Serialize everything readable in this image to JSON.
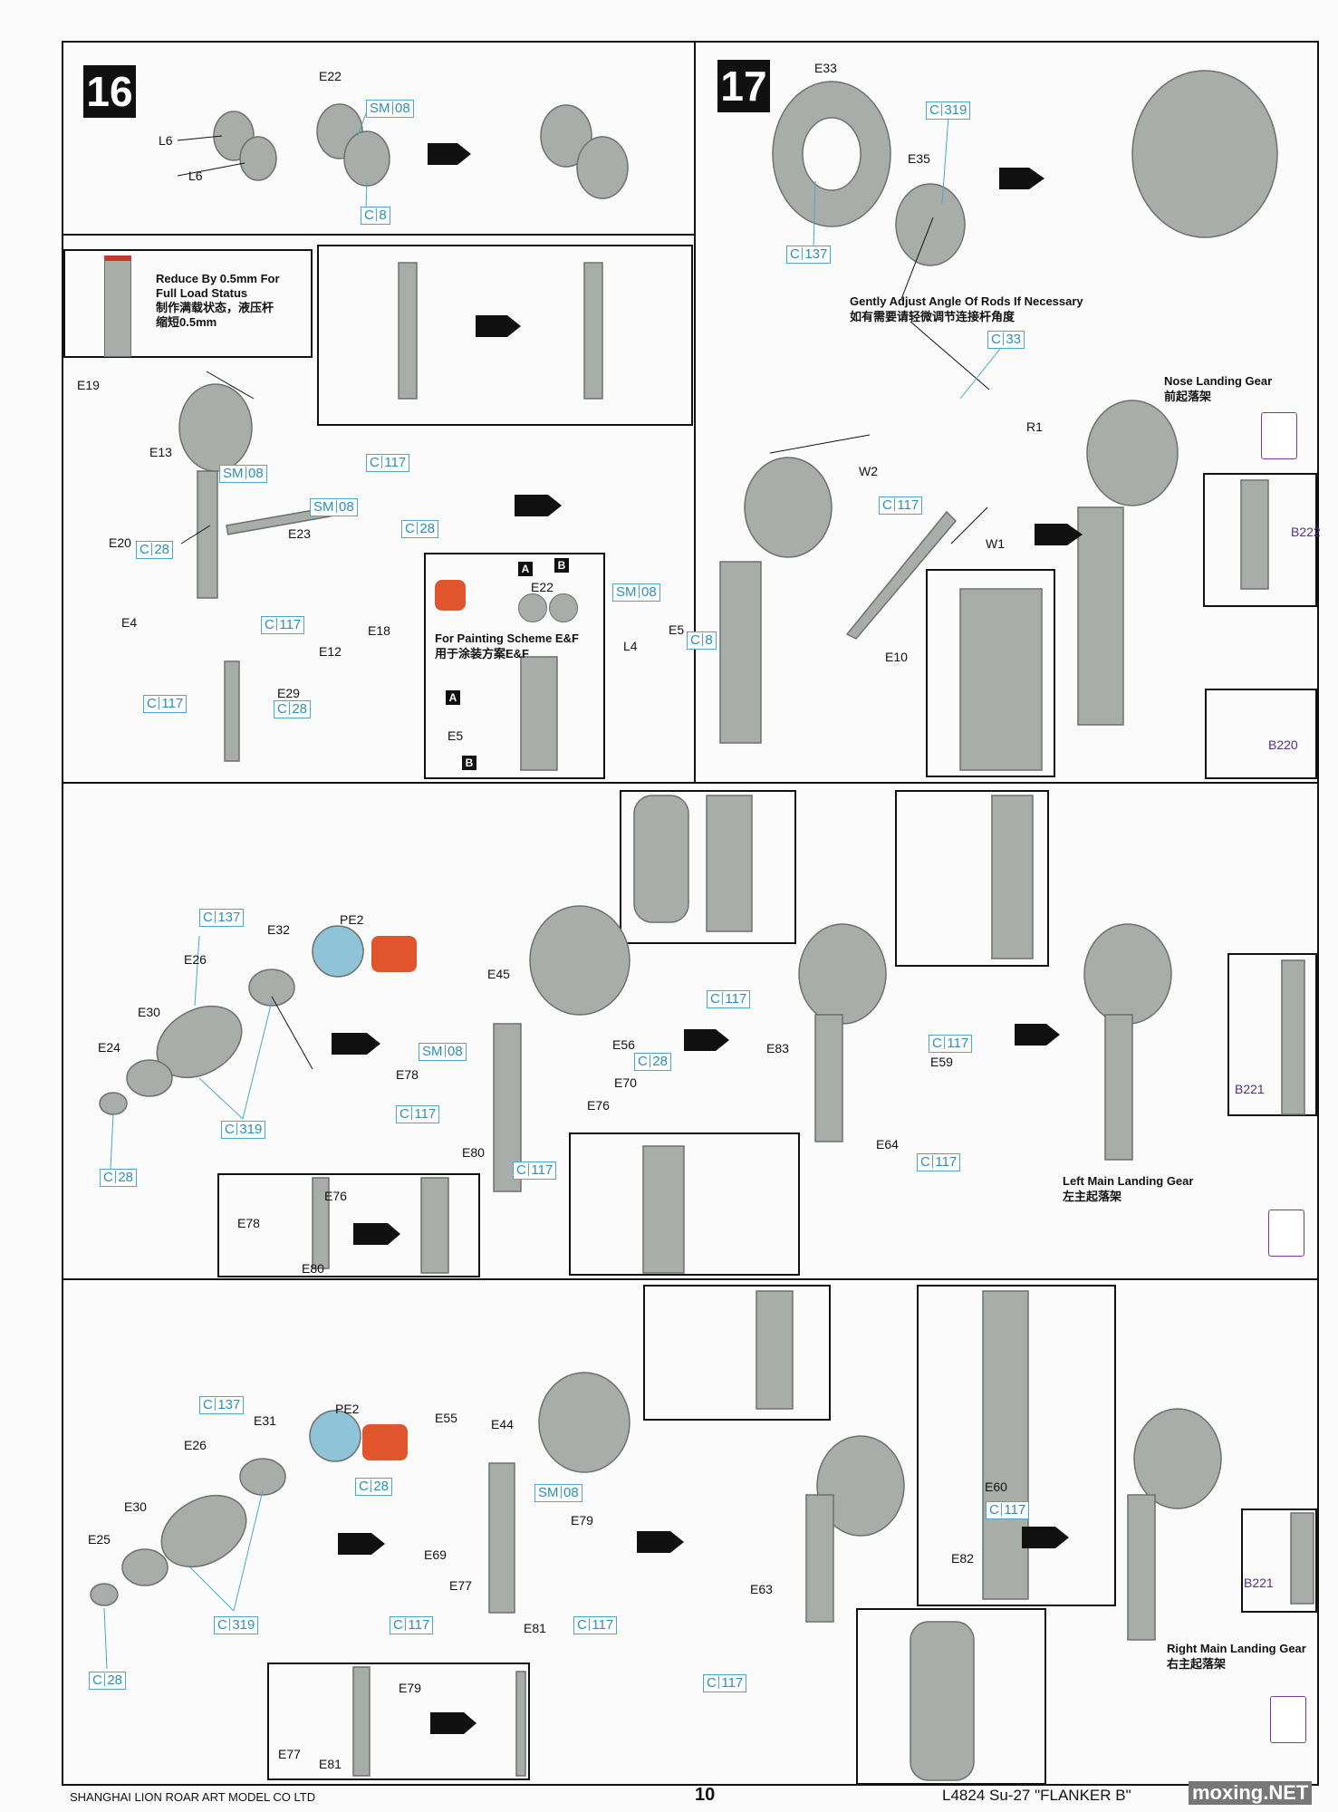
{
  "footer": {
    "company": "SHANGHAI LION ROAR ART MODEL CO LTD",
    "page_number": "10",
    "kit": "L4824  Su-27  \"FLANKER B\"",
    "watermark": "moxing.NET"
  },
  "step16": {
    "number": "16",
    "labels": {
      "e22": "E22",
      "l6a": "L6",
      "l6b": "L6",
      "e19": "E19",
      "e13": "E13",
      "e23": "E23",
      "e20": "E20",
      "e4": "E4",
      "e12": "E12",
      "e18": "E18",
      "e29": "E29"
    },
    "tags": {
      "sm08a": "SM|08",
      "c8": "C|8",
      "sm08b": "SM|08",
      "c117a": "C|117",
      "sm08c": "SM|08",
      "c28a": "C|28",
      "c28b": "C|28",
      "c117b": "C|117",
      "c117c": "C|117",
      "c28c": "C|28"
    },
    "note_reduce_en": "Reduce By 0.5mm For\nFull Load Status",
    "note_reduce_cn": "制作满载状态，液压杆\n缩短0.5mm",
    "painting_en": "For Painting Scheme E&F",
    "painting_cn": "用于涂装方案E&F",
    "paint_labels": {
      "a1": "A",
      "b1": "B",
      "e22": "E22",
      "a2": "A",
      "e5": "E5",
      "b2": "B"
    }
  },
  "step17": {
    "number": "17",
    "labels": {
      "e33": "E33",
      "e35": "E35",
      "r1": "R1",
      "w2": "W2",
      "w1": "W1",
      "e5": "E5",
      "l4": "L4",
      "e10": "E10"
    },
    "tags": {
      "c319": "C|319",
      "c137": "C|137",
      "c33": "C|33",
      "c117": "C|117",
      "sm08": "SM|08",
      "c8": "C|8"
    },
    "note_rods_en": "Gently Adjust Angle Of Rods If Necessary",
    "note_rods_cn": "如有需要请轻微调节连接杆角度",
    "title_en": "Nose Landing  Gear",
    "title_cn": "前起落架",
    "refs": {
      "b222": "B222",
      "b220": "B220"
    }
  },
  "left_main": {
    "labels": {
      "e32": "E32",
      "pe2": "PE2",
      "e26": "E26",
      "e30": "E30",
      "e24": "E24",
      "e45": "E45",
      "e56": "E56",
      "e70": "E70",
      "e78": "E78",
      "e76": "E76",
      "e80": "E80",
      "e83": "E83",
      "e59": "E59",
      "e64": "E64",
      "e76b": "E76",
      "e78b": "E78",
      "e80b": "E80"
    },
    "tags": {
      "c137": "C|137",
      "c319": "C|319",
      "c28a": "C|28",
      "sm08": "SM|08",
      "c28b": "C|28",
      "c117a": "C|117",
      "c117b": "C|117",
      "c117c": "C|117",
      "c117d": "C|117",
      "c117e": "C|117"
    },
    "title_en": "Left Main Landing Gear",
    "title_cn": "左主起落架",
    "refs": {
      "b221": "B221"
    }
  },
  "right_main": {
    "labels": {
      "pe2": "PE2",
      "e31": "E31",
      "e26": "E26",
      "e55": "E55",
      "e44": "E44",
      "e30": "E30",
      "e25": "E25",
      "e69": "E69",
      "e79": "E79",
      "e77": "E77",
      "e81": "E81",
      "e60": "E60",
      "e82": "E82",
      "e63": "E63",
      "e79b": "E79",
      "e77b": "E77",
      "e81b": "E81"
    },
    "tags": {
      "c137": "C|137",
      "c319": "C|319",
      "c28a": "C|28",
      "c28b": "C|28",
      "sm08": "SM|08",
      "c117a": "C|117",
      "c117b": "C|117",
      "c117c": "C|117",
      "c117d": "C|117"
    },
    "title_en": "Right Main Landing Gear",
    "title_cn": "右主起落架",
    "refs": {
      "b221": "B221"
    }
  },
  "colors": {
    "frame": "#111111",
    "callout": "#2a8fb4",
    "part_gray": "#a9ada9",
    "warn": "#e0552b",
    "badge": "#7a3a9c"
  }
}
